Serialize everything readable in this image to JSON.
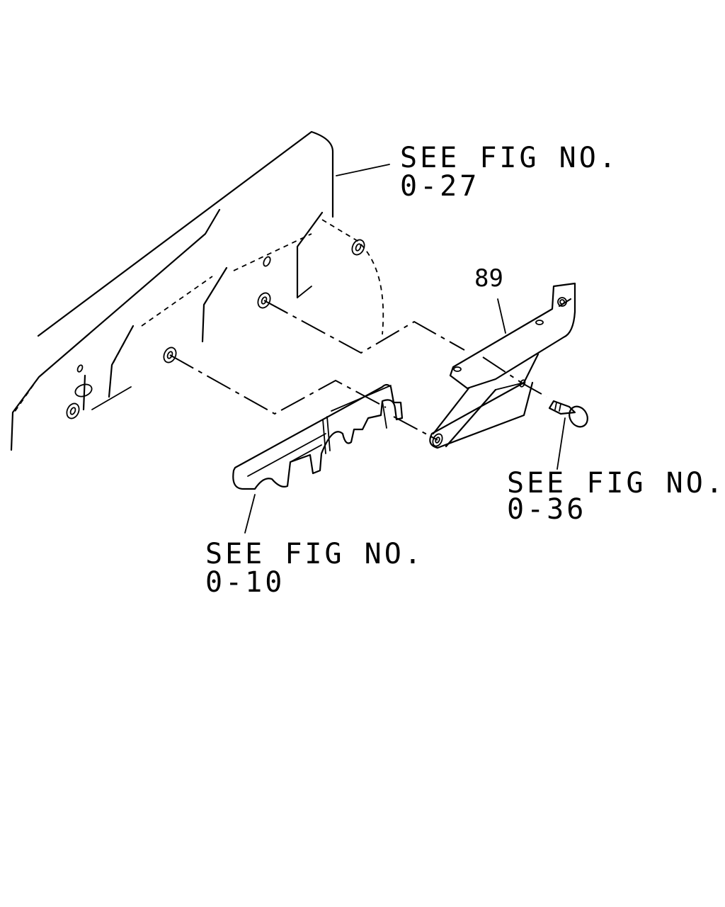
{
  "callouts": {
    "top_right": {
      "line1": "SEE FIG NO.",
      "line2": "0-27"
    },
    "bolt": {
      "line1": "SEE FIG NO.",
      "line2": "0-36"
    },
    "bottom_left": {
      "line1": "SEE FIG NO.",
      "line2": "0-10"
    }
  },
  "part_number": "89"
}
